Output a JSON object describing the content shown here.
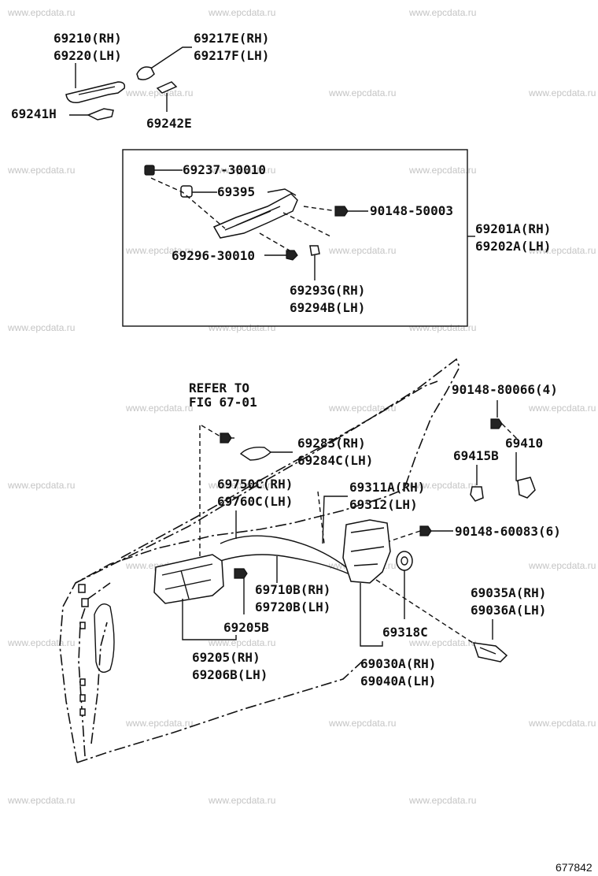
{
  "watermark": "www.epcdata.ru",
  "figure_number": "677842",
  "labels": {
    "p69210": "69210(RH)",
    "p69220": "69220(LH)",
    "p69217e": "69217E(RH)",
    "p69217f": "69217F(LH)",
    "p69241h": "69241H",
    "p69242e": "69242E",
    "p69237": "69237-30010",
    "p69395": "69395",
    "p90148_50003": "90148-50003",
    "p69296": "69296-30010",
    "p69293g": "69293G(RH)",
    "p69294b": "69294B(LH)",
    "p69201a": "69201A(RH)",
    "p69202a": "69202A(LH)",
    "refer_to": "REFER TO",
    "fig_ref": "FIG 67-01",
    "p90148_80066": "90148-80066(4)",
    "p69283": "69283(RH)",
    "p69284c": "69284C(LH)",
    "p69410": "69410",
    "p69415b": "69415B",
    "p69750c": "69750C(RH)",
    "p69760c": "69760C(LH)",
    "p69311a": "69311A(RH)",
    "p69312": "69312(LH)",
    "p90148_60083": "90148-60083(6)",
    "p69710b": "69710B(RH)",
    "p69720b": "69720B(LH)",
    "p69035a": "69035A(RH)",
    "p69036a": "69036A(LH)",
    "p69205b": "69205B",
    "p69318c": "69318C",
    "p69205": "69205(RH)",
    "p69206b": "69206B(LH)",
    "p69030a": "69030A(RH)",
    "p69040a": "69040A(LH)"
  }
}
